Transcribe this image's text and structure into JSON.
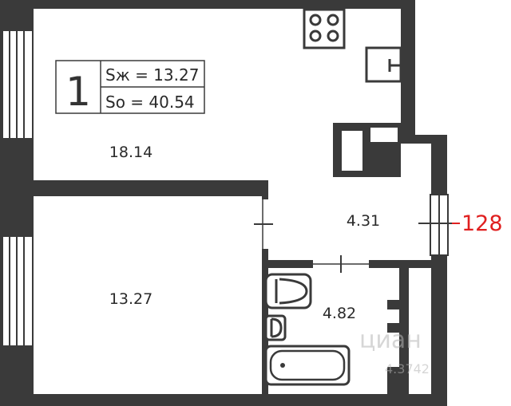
{
  "badge": {
    "rooms": "1",
    "living_area": "Sж = 13.27",
    "total_area": "So = 40.54"
  },
  "rooms": {
    "living_room": "18.14",
    "bedroom": "13.27",
    "hallway": "4.31",
    "bathroom": "4.82"
  },
  "apartment_number": "128",
  "watermark": {
    "brand": "циан",
    "code": "4.3742"
  },
  "colors": {
    "wall": "#3a3a3a",
    "apartment_number": "#e02020",
    "watermark": "#b5b5b5"
  }
}
